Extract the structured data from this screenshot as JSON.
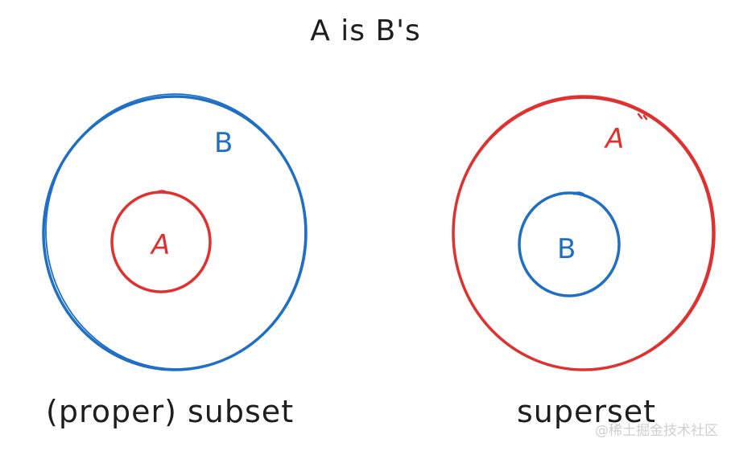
{
  "title": "A is B's",
  "diagrams": [
    {
      "caption": "(proper) subset",
      "outer_label": "B",
      "outer_color": "#1f6fc5",
      "inner_label": "A",
      "inner_color": "#e03131"
    },
    {
      "caption": "superset",
      "outer_label": "A",
      "outer_color": "#e03131",
      "inner_label": "B",
      "inner_color": "#1f6fc5"
    }
  ],
  "watermark": "@稀土掘金技术社区",
  "colors": {
    "blue": "#1f6fc5",
    "red": "#e03131",
    "text": "#1e1e1e"
  }
}
